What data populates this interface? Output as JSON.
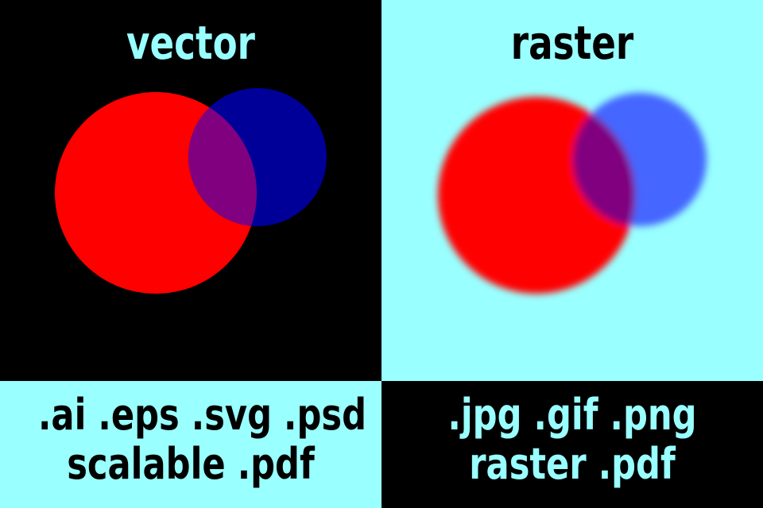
{
  "panels": {
    "vector": {
      "title": "vector",
      "formats_line1": ".ai .eps .svg .psd",
      "formats_line2": "scalable .pdf"
    },
    "raster": {
      "title": "raster",
      "formats_line1": ".jpg .gif .png",
      "formats_line2": "raster .pdf"
    }
  },
  "colors": {
    "black": "#000000",
    "cyan": "#99ffff",
    "red_circle": "#ff0000",
    "blue_circle_vector": "#000099",
    "blue_circle_raster": "#4466ff",
    "overlap_purple": "#800080"
  },
  "icons": {
    "vector_figure": "overlapping-circles-sharp",
    "raster_figure": "overlapping-circles-blurred"
  }
}
